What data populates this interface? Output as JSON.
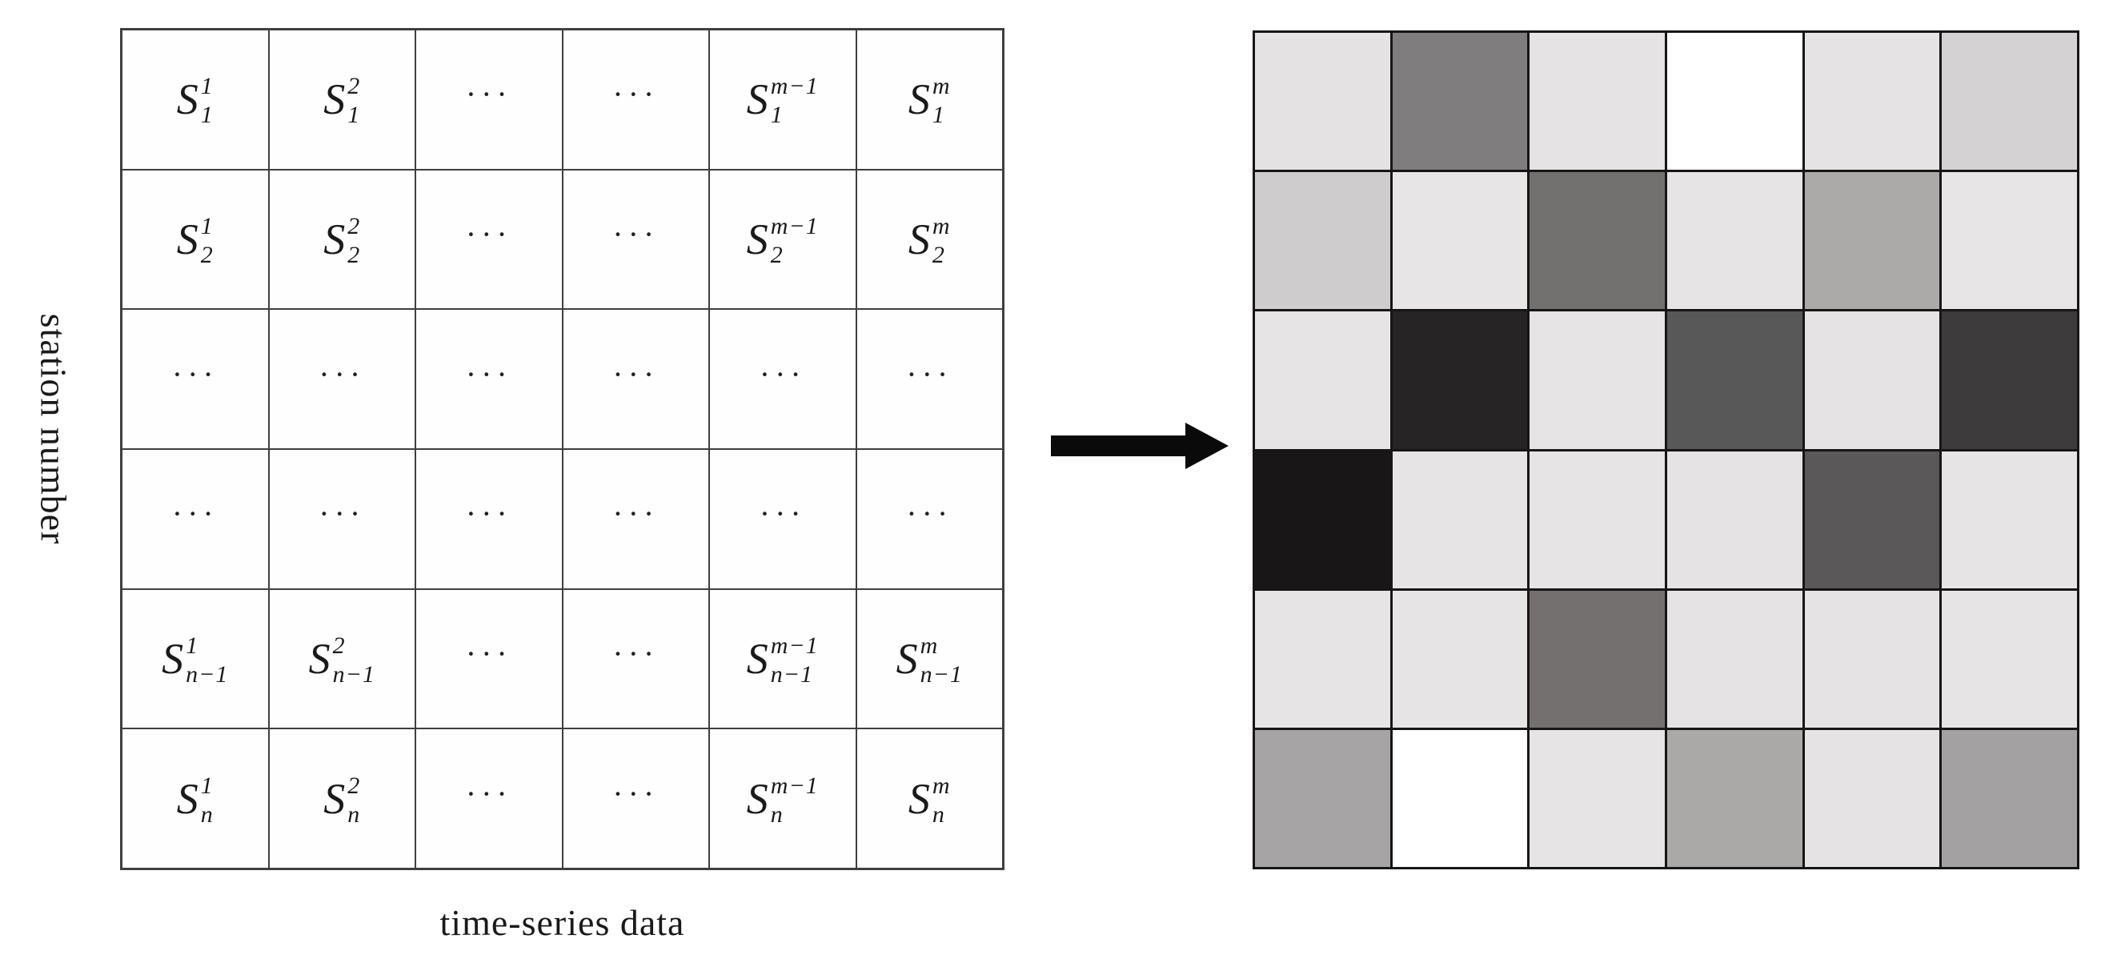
{
  "matrix_table": {
    "y_axis_label": "station number",
    "x_axis_label": "time-series data",
    "base_symbol": "S",
    "dots_glyph": "···",
    "rows": [
      [
        {
          "sup": "1",
          "sub": "1"
        },
        {
          "sup": "2",
          "sub": "1"
        },
        {
          "dots": true
        },
        {
          "dots": true
        },
        {
          "sup": "m−1",
          "sub": "1"
        },
        {
          "sup": "m",
          "sub": "1"
        }
      ],
      [
        {
          "sup": "1",
          "sub": "2"
        },
        {
          "sup": "2",
          "sub": "2"
        },
        {
          "dots": true
        },
        {
          "dots": true
        },
        {
          "sup": "m−1",
          "sub": "2"
        },
        {
          "sup": "m",
          "sub": "2"
        }
      ],
      [
        {
          "dots": true
        },
        {
          "dots": true
        },
        {
          "dots": true
        },
        {
          "dots": true
        },
        {
          "dots": true
        },
        {
          "dots": true
        }
      ],
      [
        {
          "dots": true
        },
        {
          "dots": true
        },
        {
          "dots": true
        },
        {
          "dots": true
        },
        {
          "dots": true
        },
        {
          "dots": true
        }
      ],
      [
        {
          "sup": "1",
          "sub": "n−1"
        },
        {
          "sup": "2",
          "sub": "n−1"
        },
        {
          "dots": true
        },
        {
          "dots": true
        },
        {
          "sup": "m−1",
          "sub": "n−1"
        },
        {
          "sup": "m",
          "sub": "n−1"
        }
      ],
      [
        {
          "sup": "1",
          "sub": "n"
        },
        {
          "sup": "2",
          "sub": "n"
        },
        {
          "dots": true
        },
        {
          "dots": true
        },
        {
          "sup": "m−1",
          "sub": "n"
        },
        {
          "sup": "m",
          "sub": "n"
        }
      ]
    ]
  },
  "arrow": {
    "direction": "right",
    "color": "#0a0a0a"
  },
  "heatmap": {
    "rows": 6,
    "cols": 6,
    "border_color": "#161616",
    "cell_colors": [
      [
        "#e4e2e2",
        "#7f7d7d",
        "#e5e3e3",
        "#ffffff",
        "#e5e3e3",
        "#d4d2d2"
      ],
      [
        "#cecccc",
        "#e7e5e5",
        "#737070",
        "#e6e4e4",
        "#aca9a9",
        "#e7e5e5"
      ],
      [
        "#e6e4e4",
        "#262424",
        "#e6e4e4",
        "#585858",
        "#e5e3e3",
        "#3d3b3b"
      ],
      [
        "#181616",
        "#e6e4e4",
        "#e6e4e4",
        "#e5e3e3",
        "#5a5858",
        "#e6e4e4"
      ],
      [
        "#e6e4e4",
        "#e6e4e4",
        "#747070",
        "#e5e3e3",
        "#e5e3e3",
        "#e6e4e4"
      ],
      [
        "#a6a4a4",
        "#ffffff",
        "#e6e4e4",
        "#aba8a8",
        "#e5e3e3",
        "#a3a1a1"
      ]
    ]
  }
}
